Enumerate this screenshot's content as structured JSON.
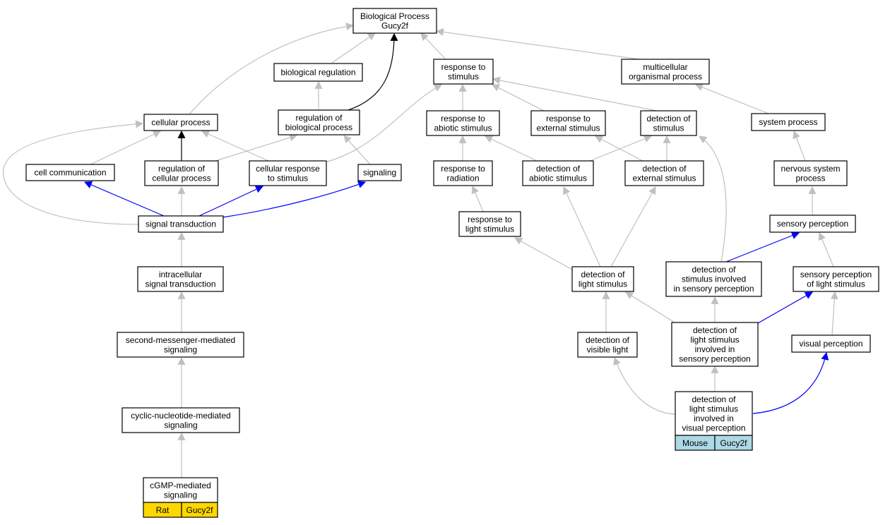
{
  "colors": {
    "default_edge": "#c0c0c0",
    "strong_edge": "#000000",
    "blue_edge": "#0000ff",
    "rat_annotation": "#ffd700",
    "mouse_annotation": "#add8e6"
  },
  "nodes": {
    "root": [
      "Biological Process",
      "Gucy2f"
    ],
    "bioreg": [
      "biological regulation"
    ],
    "resp_stim": [
      "response to",
      "stimulus"
    ],
    "multi": [
      "multicellular",
      "organismal process"
    ],
    "cellproc": [
      "cellular process"
    ],
    "reg_bio": [
      "regulation of",
      "biological process"
    ],
    "resp_abiotic": [
      "response to",
      "abiotic stimulus"
    ],
    "resp_ext": [
      "response to",
      "external stimulus"
    ],
    "det_stim": [
      "detection of",
      "stimulus"
    ],
    "sysproc": [
      "system process"
    ],
    "cellcomm": [
      "cell communication"
    ],
    "reg_cell": [
      "regulation of",
      "cellular process"
    ],
    "cell_resp": [
      "cellular response",
      "to stimulus"
    ],
    "signaling": [
      "signaling"
    ],
    "resp_rad": [
      "response to",
      "radiation"
    ],
    "det_abiotic": [
      "detection of",
      "abiotic stimulus"
    ],
    "det_ext": [
      "detection of",
      "external stimulus"
    ],
    "nervous": [
      "nervous system",
      "process"
    ],
    "sigtrans": [
      "signal transduction"
    ],
    "resp_light": [
      "response to",
      "light stimulus"
    ],
    "sens_perc": [
      "sensory perception"
    ],
    "intra": [
      "intracellular",
      "signal transduction"
    ],
    "det_light": [
      "detection of",
      "light stimulus"
    ],
    "det_sens": [
      "detection of",
      "stimulus involved",
      "in sensory perception"
    ],
    "sens_light": [
      "sensory perception",
      "of light stimulus"
    ],
    "second": [
      "second-messenger-mediated",
      "signaling"
    ],
    "det_vis": [
      "detection of",
      "visible light"
    ],
    "det_light_sens": [
      "detection of",
      "light stimulus",
      "involved in",
      "sensory perception"
    ],
    "visual": [
      "visual perception"
    ],
    "cyclic": [
      "cyclic-nucleotide-mediated",
      "signaling"
    ],
    "det_light_vis": [
      "detection of",
      "light stimulus",
      "involved in",
      "visual perception"
    ],
    "cgmp": [
      "cGMP-mediated",
      "signaling"
    ]
  },
  "annotations": {
    "cgmp": [
      "Rat",
      "Gucy2f"
    ],
    "det_light_vis": [
      "Mouse",
      "Gucy2f"
    ]
  }
}
